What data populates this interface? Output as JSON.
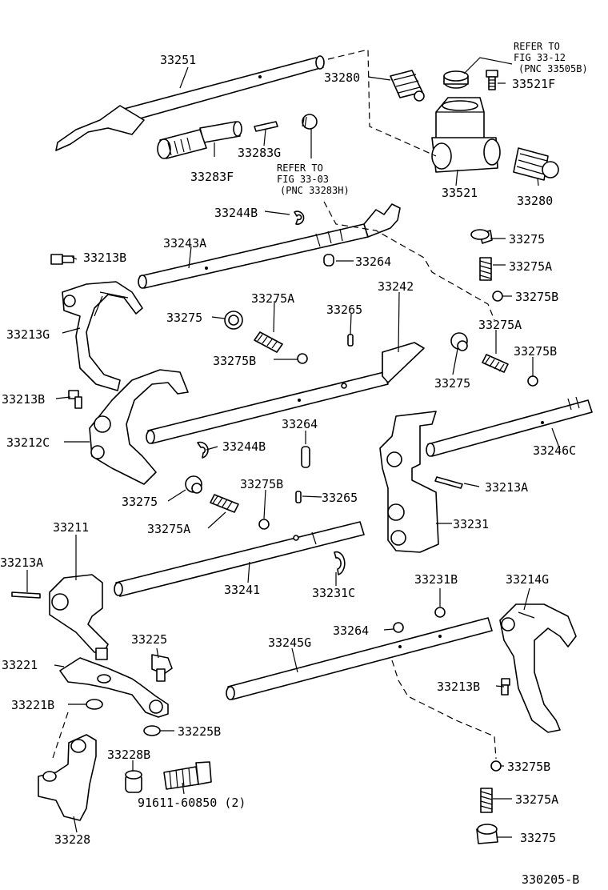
{
  "callouts": {
    "c33251": "33251",
    "c33280a": "33280",
    "c33280b": "33280",
    "c33521f": "33521F",
    "c33521": "33521",
    "c33283g": "33283G",
    "c33283f": "33283F",
    "c33244b_a": "33244B",
    "c33244b_b": "33244B",
    "c33243a": "33243A",
    "c33213b_a": "33213B",
    "c33213b_b": "33213B",
    "c33213b_c": "33213B",
    "c33264_a": "33264",
    "c33264_b": "33264",
    "c33264_c": "33264",
    "c33275_a": "33275",
    "c33275_b": "33275",
    "c33275_c": "33275",
    "c33275_d": "33275",
    "c33275_e": "33275",
    "c33275a_a": "33275A",
    "c33275a_b": "33275A",
    "c33275a_c": "33275A",
    "c33275a_d": "33275A",
    "c33275a_e": "33275A",
    "c33275b_a": "33275B",
    "c33275b_b": "33275B",
    "c33275b_c": "33275B",
    "c33275b_d": "33275B",
    "c33275b_e": "33275B",
    "c33242": "33242",
    "c33265_a": "33265",
    "c33265_b": "33265",
    "c33213g": "33213G",
    "c33212c": "33212C",
    "c33246c": "33246C",
    "c33213a_a": "33213A",
    "c33213a_b": "33213A",
    "c33231": "33231",
    "c33211": "33211",
    "c33241": "33241",
    "c33231c": "33231C",
    "c33231b": "33231B",
    "c33214g": "33214G",
    "c33245g": "33245G",
    "c33225": "33225",
    "c33221": "33221",
    "c33221b": "33221B",
    "c33225b": "33225B",
    "c33228b": "33228B",
    "c33228": "33228",
    "c91611": "91611-60850 (2)"
  },
  "references": {
    "ref1_line1": "REFER TO",
    "ref1_line2": "FIG 33-12",
    "ref1_line3": "(PNC 33505B)",
    "ref2_line1": "REFER TO",
    "ref2_line2": "FIG 33-03",
    "ref2_line3": "(PNC 33283H)"
  },
  "figure_code": "330205-B"
}
